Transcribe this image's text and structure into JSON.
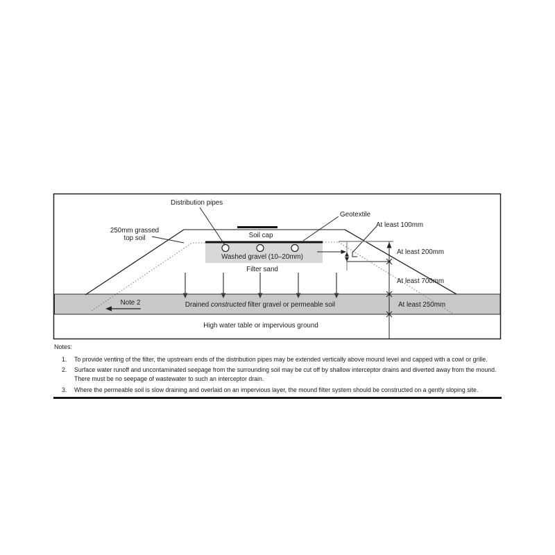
{
  "diagram": {
    "labels": {
      "distribution_pipes": "Distribution pipes",
      "grassed_line1": "250mm grassed",
      "grassed_line2": "top soil",
      "soil_cap": "Soil cap",
      "washed_gravel": "Washed gravel (10–20mm)",
      "filter_sand": "Filter sand",
      "geotextile": "Geotextile",
      "note2_ref": "Note 2",
      "drained_prefix": "Drained ",
      "drained_italic": "constructed",
      "drained_suffix": " filter gravel or permeable soil",
      "high_water": "High water table or impervious ground"
    },
    "dimensions": {
      "d100": "At least 100mm",
      "d200": "At least 200mm",
      "d700": "At least 700mm",
      "d250": "At least 250mm"
    },
    "colors": {
      "band_fill": "#c9c9c9",
      "gravel_fill": "#d8d8d8",
      "line_gray": "#8a8a8a",
      "ink": "#1a1a1a"
    }
  },
  "notes": {
    "heading": "Notes:",
    "items": [
      {
        "num": "1.",
        "text": "To provide venting of the filter, the upstream ends of the distribution pipes may be extended vertically above mound level and capped with a cowl or grille."
      },
      {
        "num": "2.",
        "text": "Surface water runoff and uncontaminated seepage from the surrounding soil may be cut off by shallow interceptor drains and diverted away from the mound. There must be no seepage of wastewater to such an interceptor drain."
      },
      {
        "num": "3.",
        "text": "Where the permeable soil is slow draining and overlaid on an impervious layer, the mound filter system should be constructed on a gently sloping site."
      }
    ]
  }
}
